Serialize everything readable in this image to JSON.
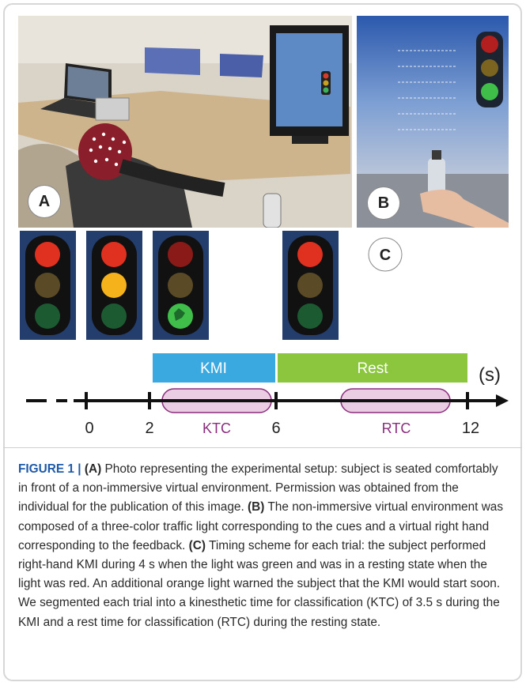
{
  "panel_labels": {
    "a": "A",
    "b": "B",
    "c": "C"
  },
  "timeline": {
    "ticks": [
      "0",
      "2",
      "6",
      "12"
    ],
    "unit": "(s)",
    "bars": {
      "kmi": "KMI",
      "rest": "Rest"
    },
    "windows": {
      "ktc": "KTC",
      "rtc": "RTC"
    },
    "colors": {
      "kmi": "#3aa9df",
      "rest": "#8cc63f",
      "window_fill": "#e6c4de",
      "window_stroke": "#8a2d7c"
    }
  },
  "caption": {
    "title": "FIGURE 1 |",
    "seg1_label": "(A)",
    "seg1": " Photo representing the experimental setup: subject is seated comfortably in front of a non-immersive virtual environment. Permission was obtained from the individual for the publication of this image. ",
    "seg2_label": "(B)",
    "seg2": " The non-immersive virtual environment was composed of a three-color traffic light corresponding to the cues and a virtual right hand corresponding to the feedback. ",
    "seg3_label": "(C)",
    "seg3": " Timing scheme for each trial: the subject performed right-hand KMI during 4 s when the light was green and was in a resting state when the light was red. An additional orange light warned the subject that the KMI would start soon. We segmented each trial into a kinesthetic time for classification (KTC) of 3.5 s during the KMI and a rest time for classification (RTC) during the resting state."
  }
}
